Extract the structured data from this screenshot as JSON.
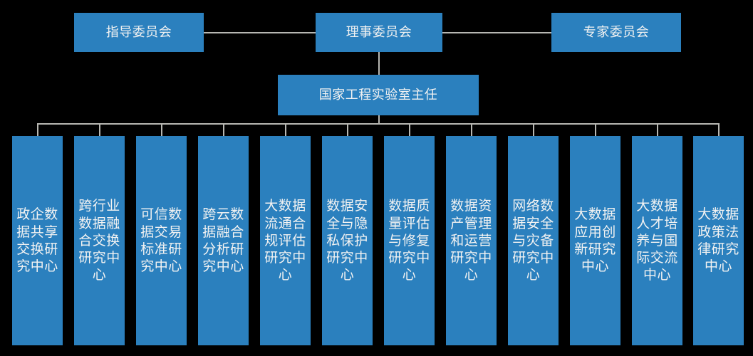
{
  "diagram": {
    "type": "org-chart",
    "title_text_present": false,
    "background_color": "#000000",
    "node_color": "#2B80BE",
    "node_text_color": "#F2F2F2",
    "connector_color": "#B7B7B2"
  },
  "tier1": {
    "nodes": [
      {
        "id": "steering",
        "label": "指导委员会"
      },
      {
        "id": "council",
        "label": "理事委员会"
      },
      {
        "id": "expert",
        "label": "专家委员会"
      }
    ]
  },
  "tier2": {
    "nodes": [
      {
        "id": "director",
        "label": "国家工程实验室主任"
      }
    ]
  },
  "tier3": {
    "nodes": [
      {
        "id": "c1",
        "label": "政企数据共享交换研究中心"
      },
      {
        "id": "c2",
        "label": "跨行业数据融合交换研究中心"
      },
      {
        "id": "c3",
        "label": "可信数据交易标准研究中心"
      },
      {
        "id": "c4",
        "label": "跨云数据融合分析研究中心"
      },
      {
        "id": "c5",
        "label": "大数据流通合规评估研究中心"
      },
      {
        "id": "c6",
        "label": "数据安全与隐私保护研究中心"
      },
      {
        "id": "c7",
        "label": "数据质量评估与修复研究中心"
      },
      {
        "id": "c8",
        "label": "数据资产管理和运营研究中心"
      },
      {
        "id": "c9",
        "label": "网络数据安全与灾备研究中心"
      },
      {
        "id": "c10",
        "label": "大数据应用创新研究中心"
      },
      {
        "id": "c11",
        "label": "大数据人才培养与国际交流中心"
      },
      {
        "id": "c12",
        "label": "大数据政策法律研究中心"
      }
    ]
  }
}
